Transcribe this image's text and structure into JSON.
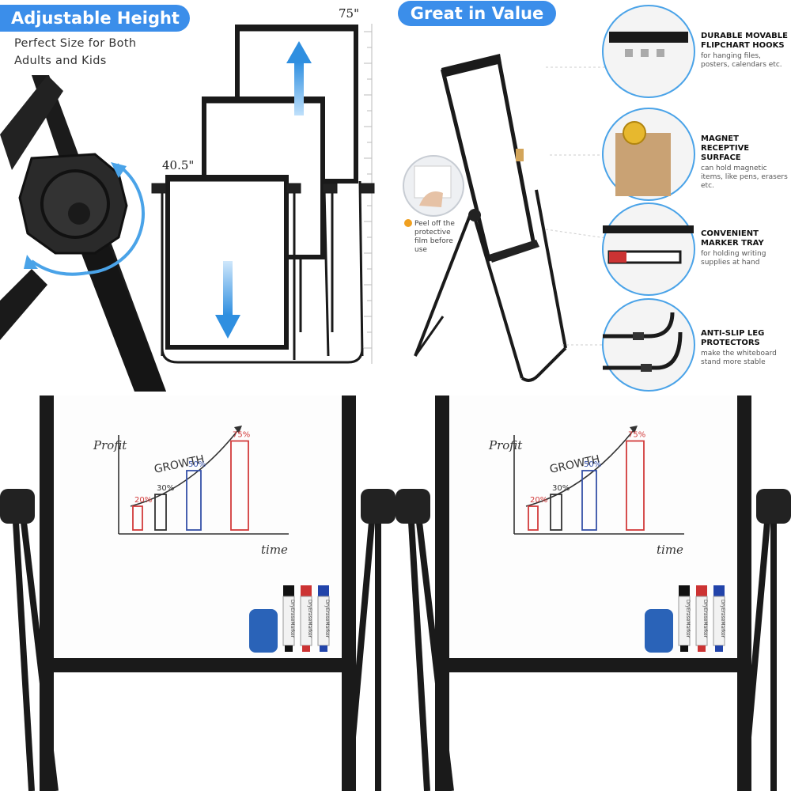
{
  "panel1": {
    "banner": "Adjustable Height",
    "subtitle_line1": "Perfect Size for Both",
    "subtitle_line2": "Adults and Kids",
    "dim_max": "75\"",
    "dim_min": "40.5\""
  },
  "panel2": {
    "banner": "Great in Value",
    "peel_note": "Peel off the protective film before use",
    "features": [
      {
        "title": "DURABLE MOVABLE FLIPCHART HOOKS",
        "desc": "for hanging files, posters, calendars etc."
      },
      {
        "title": "MAGNET RECEPTIVE SURFACE",
        "desc": "can hold magnetic items, like pens, erasers etc."
      },
      {
        "title": "CONVENIENT MARKER TRAY",
        "desc": "for holding writing supplies at hand"
      },
      {
        "title": "ANTI-SLIP LEG PROTECTORS",
        "desc": "make the whiteboard stand more stable"
      }
    ]
  },
  "whiteboard": {
    "ylabel": "Profit",
    "xlabel": "time",
    "title": "GROWTH",
    "bars": [
      {
        "label": "20%",
        "value": 20,
        "color": "#d23a3a"
      },
      {
        "label": "30%",
        "value": 30,
        "color": "#333333"
      },
      {
        "label": "50%",
        "value": 50,
        "color": "#3550a8"
      },
      {
        "label": "75%",
        "value": 75,
        "color": "#d23a3a"
      }
    ],
    "marker_labels": [
      "DryEraseMarker",
      "DryEraseMarker",
      "DryEraseMarker"
    ]
  },
  "colors": {
    "accent": "#3b8eea",
    "frame": "#1a1a1a"
  }
}
